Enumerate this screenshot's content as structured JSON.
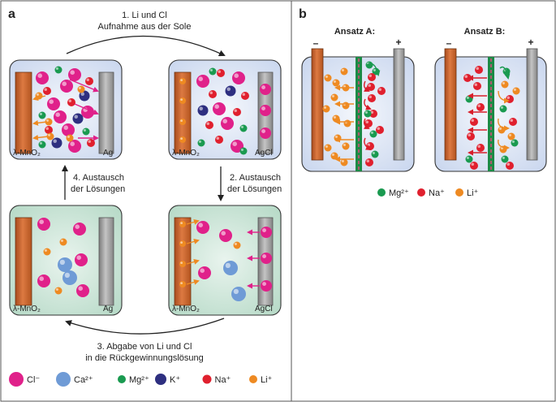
{
  "panel_a": {
    "letter": "a",
    "step1": [
      "1. Li und Cl",
      "Aufnahme aus der Sole"
    ],
    "step2": [
      "2. Austausch",
      "der Lösungen"
    ],
    "step3": [
      "3. Abgabe von Li und Cl",
      "in die Rückgewinnungslösung"
    ],
    "step4": [
      "4. Austausch",
      "der Lösungen"
    ],
    "cells": [
      {
        "left_electrode": "λ-MnO₂",
        "right_electrode": "Ag",
        "solution": "blue"
      },
      {
        "left_electrode": "λ-MnO₂",
        "right_electrode": "AgCl",
        "solution": "blue"
      },
      {
        "left_electrode": "λ-MnO₂",
        "right_electrode": "Ag",
        "solution": "green"
      },
      {
        "left_electrode": "λ-MnO₂",
        "right_electrode": "AgCl",
        "solution": "green"
      }
    ],
    "legend": [
      {
        "ion": "Cl⁻",
        "color": "#e0218a"
      },
      {
        "ion": "Ca²⁺",
        "color": "#6f9bd6"
      },
      {
        "ion": "Mg²⁺",
        "color": "#1a9a50"
      },
      {
        "ion": "K⁺",
        "color": "#2e2f80"
      },
      {
        "ion": "Na⁺",
        "color": "#e0202e"
      },
      {
        "ion": "Li⁺",
        "color": "#ee8a22"
      }
    ]
  },
  "panel_b": {
    "letter": "b",
    "setup_a": {
      "title": "Ansatz A:",
      "minus": "–",
      "plus": "+"
    },
    "setup_b": {
      "title": "Ansatz B:",
      "minus": "–",
      "plus": "+"
    },
    "legend": [
      {
        "ion": "Mg²⁺",
        "color": "#1a9a50"
      },
      {
        "ion": "Na⁺",
        "color": "#e0202e"
      },
      {
        "ion": "Li⁺",
        "color": "#ee8a22"
      }
    ]
  },
  "colors": {
    "electrode_left": "#c8622c",
    "electrode_right": "#9a9a9a",
    "membrane": "#1d8a46",
    "brine": "#d6e2f3",
    "recovery": "#c9e2d6"
  }
}
